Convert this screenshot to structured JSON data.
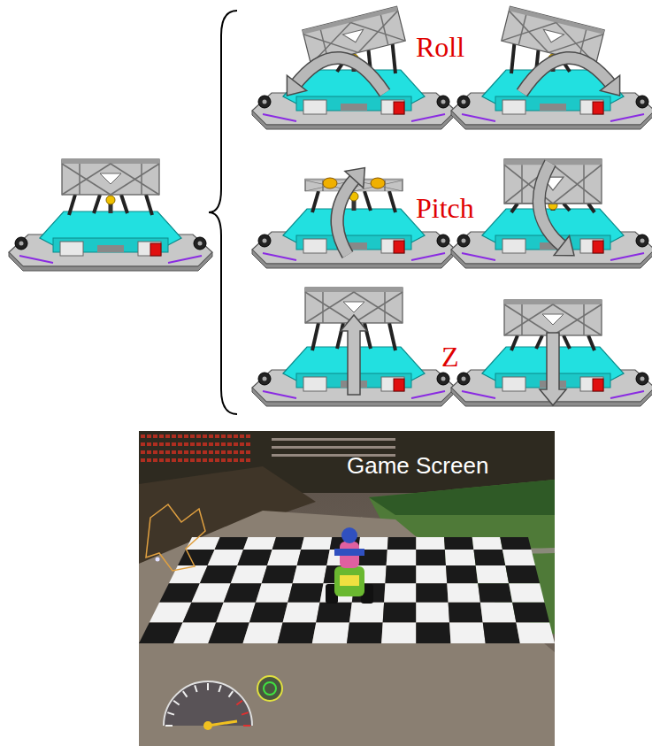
{
  "diagram": {
    "labels": [
      "Roll",
      "Pitch",
      "Z",
      "Game Screen"
    ]
  }
}
